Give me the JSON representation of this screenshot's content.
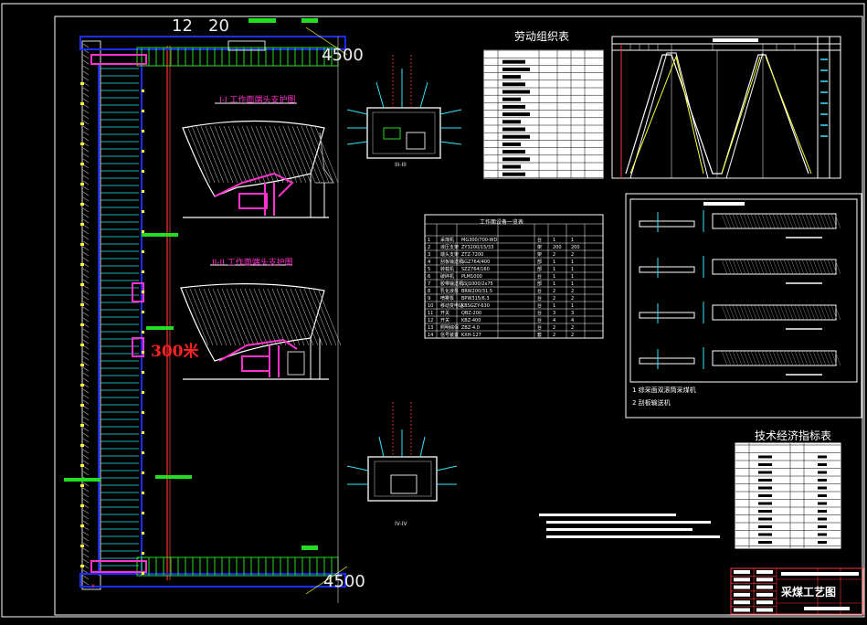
{
  "colors": {
    "background": "#000000",
    "frame": "#ffffff",
    "blue": "#1a2cff",
    "cyan": "#33e6ff",
    "green": "#22dd22",
    "magenta": "#ff33cc",
    "yellow": "#ffff33",
    "red": "#ff2222",
    "white": "#ffffff"
  },
  "longwall": {
    "dim_top": "12",
    "dim_top2": "20",
    "dim_right_top": "4500",
    "dim_right_bottom": "4500",
    "length_label": "300米"
  },
  "sections": {
    "upper_title": "I-I 工作面端头支护图",
    "lower_title": "II-II 工作面端头支护图",
    "section3_label": "III-III",
    "section4_label": "IV-IV"
  },
  "labor_table": {
    "title": "劳动组织表"
  },
  "equipment_table": {
    "title": "工作面设备一览表",
    "rows": [
      [
        "1",
        "采煤机",
        "MG300/700-WD",
        "台",
        "1",
        "1"
      ],
      [
        "2",
        "液压支架",
        "ZY3200/15/33",
        "架",
        "200",
        "200"
      ],
      [
        "3",
        "端头支架",
        "ZTZ-7200",
        "架",
        "2",
        "2"
      ],
      [
        "4",
        "刮板输送机",
        "SGZ764/400",
        "部",
        "1",
        "1"
      ],
      [
        "5",
        "转载机",
        "SZZ764/160",
        "部",
        "1",
        "1"
      ],
      [
        "6",
        "破碎机",
        "PLM1000",
        "台",
        "1",
        "1"
      ],
      [
        "7",
        "胶带输送机",
        "SSJ1000/2x75",
        "部",
        "1",
        "1"
      ],
      [
        "8",
        "乳化液泵",
        "BRW200/31.5",
        "台",
        "2",
        "2"
      ],
      [
        "9",
        "喷雾泵",
        "BPW315/6.3",
        "台",
        "2",
        "2"
      ],
      [
        "10",
        "移动变电站",
        "KBSGZY-630",
        "台",
        "1",
        "1"
      ],
      [
        "11",
        "开关",
        "QBZ-200",
        "台",
        "3",
        "3"
      ],
      [
        "12",
        "开关",
        "KBZ-400",
        "台",
        "4",
        "4"
      ],
      [
        "13",
        "照明综保",
        "ZBZ-4.0",
        "台",
        "2",
        "2"
      ],
      [
        "14",
        "信号装置",
        "KXH-127",
        "套",
        "2",
        "2"
      ]
    ]
  },
  "mining_process": {
    "legend1": "1  综采面双滚筒采煤机",
    "legend2": "2  刮板输送机"
  },
  "tech_table": {
    "title": "技术经济指标表"
  },
  "title_block": {
    "drawing_name": "采煤工艺图"
  }
}
